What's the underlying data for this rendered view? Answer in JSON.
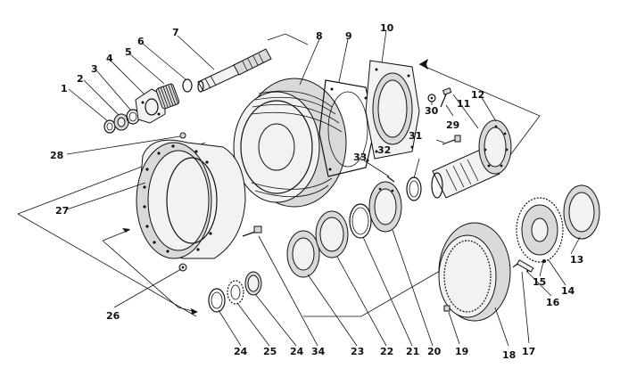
{
  "diagram": {
    "part_labels": [
      "1",
      "2",
      "3",
      "4",
      "5",
      "6",
      "7",
      "8",
      "9",
      "10",
      "11",
      "12",
      "13",
      "14",
      "15",
      "16",
      "17",
      "18",
      "19",
      "20",
      "21",
      "22",
      "23",
      "24",
      "25",
      "24",
      "26",
      "27",
      "28",
      "29",
      "30",
      "31",
      "32",
      "33",
      "34"
    ],
    "colors": {
      "ink": "#111111",
      "background": "#ffffff",
      "shade": "#d9d9d9"
    }
  }
}
